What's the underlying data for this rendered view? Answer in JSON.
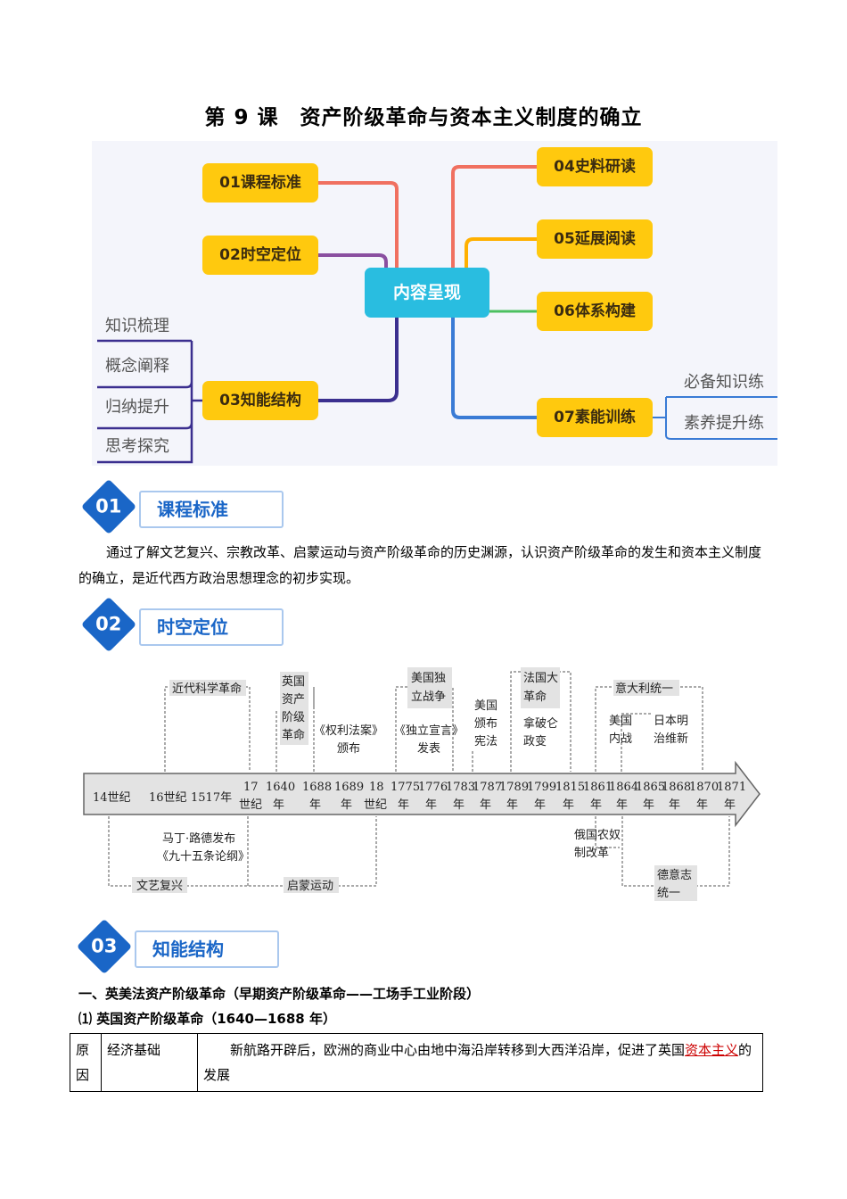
{
  "title": "第 9 课　资产阶级革命与资本主义制度的确立",
  "mindmap": {
    "center": "内容呈现",
    "n01": "01课程标准",
    "n02": "02时空定位",
    "n03": "03知能结构",
    "n04": "04史料研读",
    "n05": "05延展阅读",
    "n06": "06体系构建",
    "n07": "07素能训练",
    "sub03": [
      "知识梳理",
      "概念阐释",
      "归纳提升",
      "思考探究"
    ],
    "sub07": [
      "必备知识练",
      "素养提升练"
    ]
  },
  "sections": {
    "s01_num": "01",
    "s01_label": "课程标准",
    "s02_num": "02",
    "s02_label": "时空定位",
    "s03_num": "03",
    "s03_label": "知能结构"
  },
  "standard_text": "通过了解文艺复兴、宗教改革、启蒙运动与资产阶级革命的历史渊源，认识资产阶级革命的发生和资本主义制度的确立，是近代西方政治思想理念的初步实现。",
  "timeline": {
    "ticks": [
      "14世纪",
      "16世纪",
      "1517年",
      "17",
      "世纪",
      "1640",
      "1688",
      "1689",
      "18",
      "世纪",
      "1775",
      "1776",
      "1783",
      "1787",
      "1789",
      "1799",
      "1815",
      "1861",
      "1864",
      "1865",
      "1868",
      "1870",
      "1871",
      "年"
    ],
    "above": {
      "sci": "近代科学革命",
      "eng1": "英国",
      "eng2": "资产",
      "eng3": "阶级",
      "eng4": "革命",
      "bill": "《权利法案》",
      "bill2": "颁布",
      "ind1": "美国独",
      "ind2": "立战争",
      "decl": "《独立宣言》",
      "decl2": "发表",
      "usc1": "美国",
      "usc2": "颁布",
      "usc3": "宪法",
      "fr1": "法国大",
      "fr2": "革命",
      "nap1": "拿破仑",
      "nap2": "政变",
      "ita": "意大利统一",
      "civ1": "美国",
      "civ2": "内战",
      "jp1": "日本明",
      "jp2": "治维新"
    },
    "below": {
      "luther1": "马丁·路德发布",
      "luther2": "《九十五条论纲》",
      "ren": "文艺复兴",
      "enl": "启蒙运动",
      "ru1": "俄国农奴",
      "ru2": "制改革",
      "de1": "德意志",
      "de2": "统一"
    }
  },
  "h1": "一、英美法资产阶级革命（早期资产阶级革命——工场手工业阶段）",
  "h2": "⑴ 英国资产阶级革命（1640—1688 年）",
  "table": {
    "c1": "原因",
    "c2": "经济基础",
    "c3a": "新航路开辟后，欧洲的商业中心由地中海沿岸转移到大西洋沿岸，促进了英国",
    "c3red": "资本主义",
    "c3b": "的发展"
  },
  "colors": {
    "yellow": "#ffc90e",
    "center": "#29bde0",
    "blue": "#1a66c7",
    "red": "#cc0000"
  }
}
